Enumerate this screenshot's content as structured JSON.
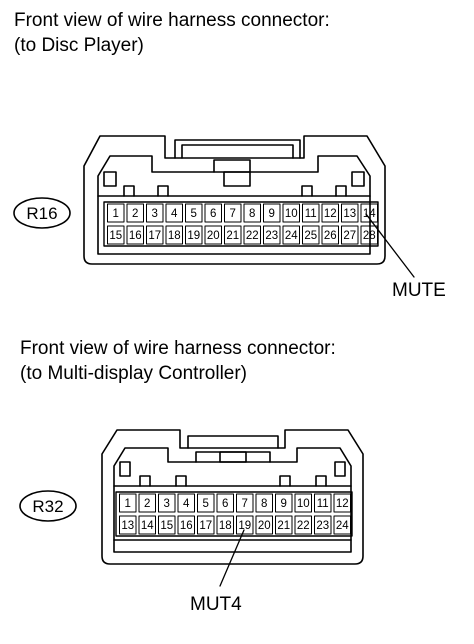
{
  "sections": [
    {
      "heading_line1": "Front view of wire harness connector:",
      "heading_line2": "(to Disc Player)",
      "connector_id": "R16",
      "pins_row1": [
        "1",
        "2",
        "3",
        "4",
        "5",
        "6",
        "7",
        "8",
        "9",
        "10",
        "11",
        "12",
        "13",
        "14"
      ],
      "pins_row2": [
        "15",
        "16",
        "17",
        "18",
        "19",
        "20",
        "21",
        "22",
        "23",
        "24",
        "25",
        "26",
        "27",
        "28"
      ],
      "callout_label": "MUTE"
    },
    {
      "heading_line1": "Front view of wire harness connector:",
      "heading_line2": "(to Multi-display Controller)",
      "connector_id": "R32",
      "pins_row1": [
        "1",
        "2",
        "3",
        "4",
        "5",
        "6",
        "7",
        "8",
        "9",
        "10",
        "11",
        "12"
      ],
      "pins_row2": [
        "13",
        "14",
        "15",
        "16",
        "17",
        "18",
        "19",
        "20",
        "21",
        "22",
        "23",
        "24"
      ],
      "callout_label": "MUT4"
    }
  ]
}
